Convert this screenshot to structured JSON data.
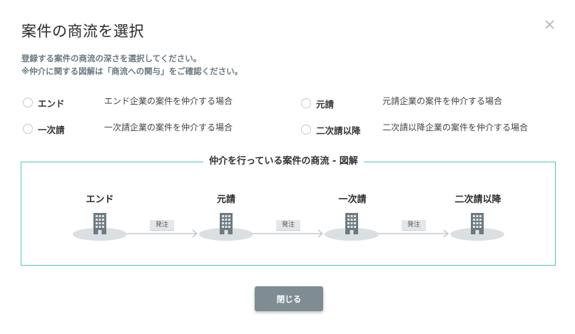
{
  "modal": {
    "title": "案件の商流を選択",
    "description_lines": [
      "登録する案件の商流の深さを選択してください。",
      "※仲介に関する図解は「商流への関与」をご確認ください。"
    ],
    "options": [
      {
        "label": "エンド",
        "description": "エンド企業の案件を仲介する場合",
        "selected": false
      },
      {
        "label": "元請",
        "description": "元請企業の案件を仲介する場合",
        "selected": false
      },
      {
        "label": "一次請",
        "description": "一次請企業の案件を仲介する場合",
        "selected": false
      },
      {
        "label": "二次請以降",
        "description": "二次請以降企業の案件を仲介する場合",
        "selected": false
      }
    ],
    "diagram": {
      "title": "仲介を行っている案件の商流 - 図解",
      "stages": [
        "エンド",
        "元請",
        "一次請",
        "二次請以降"
      ],
      "order_labels": [
        "発注",
        "発注",
        "発注"
      ],
      "icon": "building-icon",
      "accent_color": "#4ec7b8"
    },
    "close_button_label": "閉じる"
  }
}
